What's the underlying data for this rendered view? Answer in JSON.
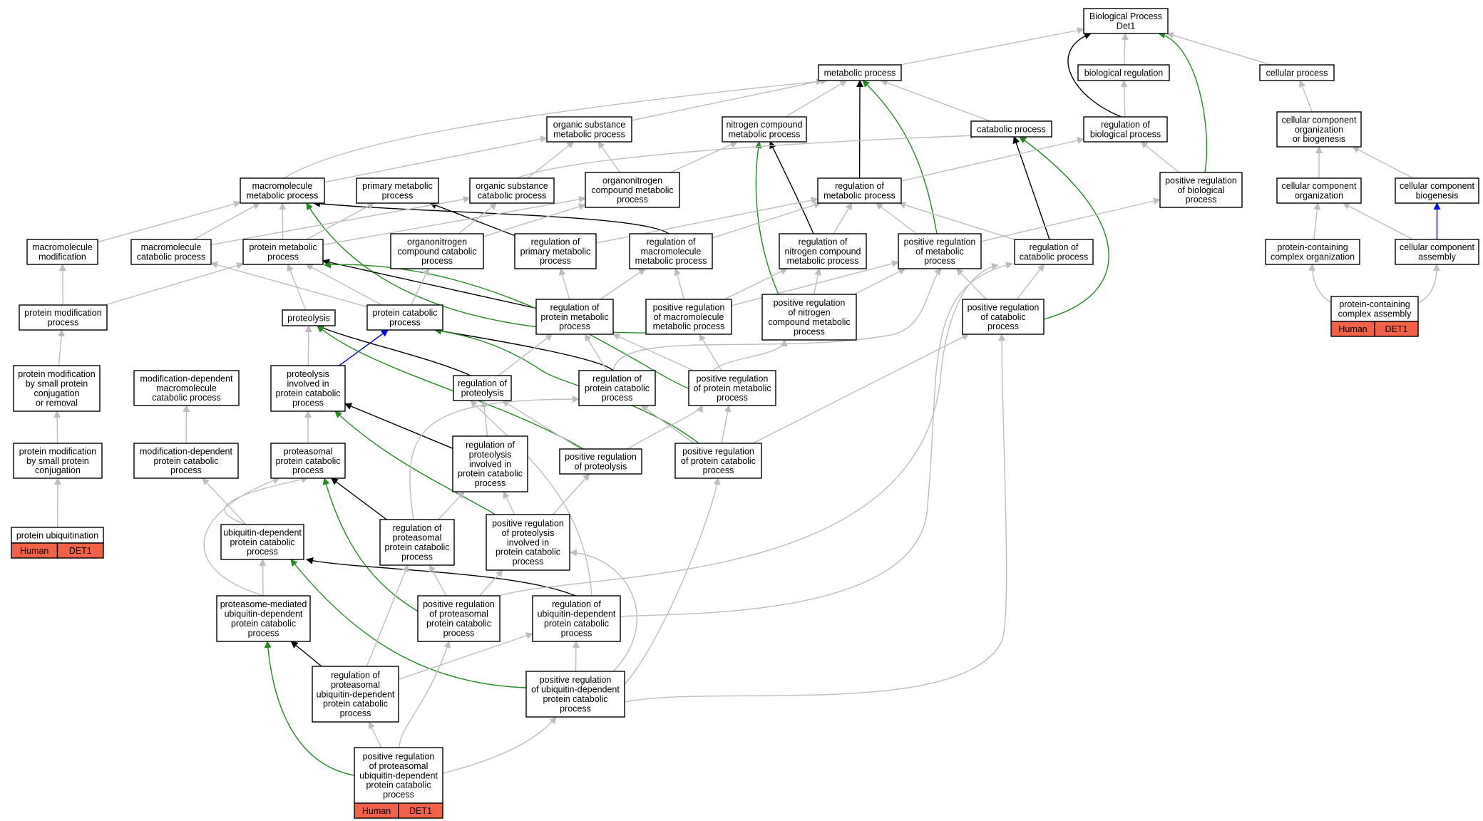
{
  "colors": {
    "is_a": "#bdbdbd",
    "part_of": "#0000ff",
    "regulates": "#000000",
    "positively_regulates": "#228b22",
    "annotation": "#f26249"
  },
  "nodes": {
    "bp": [
      "Biological Process",
      "Det1"
    ],
    "metabolic": [
      "metabolic process"
    ],
    "bioreg": [
      "biological regulation"
    ],
    "cellproc": [
      "cellular process"
    ],
    "orgsub": [
      "organic substance",
      "metabolic process"
    ],
    "nitro": [
      "nitrogen compound",
      "metabolic process"
    ],
    "catab": [
      "catabolic process"
    ],
    "regbio": [
      "regulation of",
      "biological process"
    ],
    "ccob": [
      "cellular component",
      "organization",
      "or biogenesis"
    ],
    "macro": [
      "macromolecule",
      "metabolic process"
    ],
    "primary": [
      "primary metabolic",
      "process"
    ],
    "orgsubcat": [
      "organic substance",
      "catabolic process"
    ],
    "organonitro": [
      "organonitrogen",
      "compound metabolic",
      "process"
    ],
    "regmet": [
      "regulation of",
      "metabolic process"
    ],
    "posregbio": [
      "positive regulation",
      "of biological",
      "process"
    ],
    "cco": [
      "cellular component",
      "organization"
    ],
    "ccb": [
      "cellular component",
      "biogenesis"
    ],
    "macromod": [
      "macromolecule",
      "modification"
    ],
    "macrocat": [
      "macromolecule",
      "catabolic process"
    ],
    "protmet": [
      "protein metabolic",
      "process"
    ],
    "orgnitrocat": [
      "organonitrogen",
      "compound catabolic",
      "process"
    ],
    "regprimary": [
      "regulation of",
      "primary metabolic",
      "process"
    ],
    "regmacro": [
      "regulation of",
      "macromolecule",
      "metabolic process"
    ],
    "regnitro": [
      "regulation of",
      "nitrogen compound",
      "metabolic process"
    ],
    "posregmet": [
      "positive regulation",
      "of metabolic",
      "process"
    ],
    "regcat": [
      "regulation of",
      "catabolic process"
    ],
    "pcco": [
      "protein-containing",
      "complex organization"
    ],
    "cca": [
      "cellular component",
      "assembly"
    ],
    "protmodproc": [
      "protein modification",
      "process"
    ],
    "proteolysis": [
      "proteolysis"
    ],
    "protcat": [
      "protein catabolic",
      "process"
    ],
    "regprotmet": [
      "regulation of",
      "protein metabolic",
      "process"
    ],
    "posregmacro": [
      "positive regulation",
      "of macromolecule",
      "metabolic process"
    ],
    "posregnitro": [
      "positive regulation",
      "of nitrogen",
      "compound metabolic",
      "process"
    ],
    "posregcat": [
      "positive regulation",
      "of catabolic",
      "process"
    ],
    "pcca": [
      "protein-containing",
      "complex assembly"
    ],
    "protmodsmall": [
      "protein modification",
      "by small protein",
      "conjugation",
      "or removal"
    ],
    "moddepmacro": [
      "modification-dependent",
      "macromolecule",
      "catabolic process"
    ],
    "proteolysisinv": [
      "proteolysis",
      "involved in",
      "protein catabolic",
      "process"
    ],
    "regproteolysis": [
      "regulation of",
      "proteolysis"
    ],
    "regprotcat": [
      "regulation of",
      "protein catabolic",
      "process"
    ],
    "posregprotmet": [
      "positive regulation",
      "of protein metabolic",
      "process"
    ],
    "protmodconj": [
      "protein modification",
      "by small protein",
      "conjugation"
    ],
    "moddepprot": [
      "modification-dependent",
      "protein catabolic",
      "process"
    ],
    "proteasomal": [
      "proteasomal",
      "protein catabolic",
      "process"
    ],
    "regproteolysisinv": [
      "regulation of",
      "proteolysis",
      "involved in",
      "protein catabolic",
      "process"
    ],
    "posregproteolysis": [
      "positive regulation",
      "of proteolysis"
    ],
    "posregprotcat": [
      "positive regulation",
      "of protein catabolic",
      "process"
    ],
    "protubiq": [
      "protein ubiquitination"
    ],
    "ubiqdep": [
      "ubiquitin-dependent",
      "protein catabolic",
      "process"
    ],
    "regproteasomal": [
      "regulation of",
      "proteasomal",
      "protein catabolic",
      "process"
    ],
    "posregproteolysisinv": [
      "positive regulation",
      "of proteolysis",
      "involved in",
      "protein catabolic",
      "process"
    ],
    "proteasomemed": [
      "proteasome-mediated",
      "ubiquitin-dependent",
      "protein catabolic",
      "process"
    ],
    "posregproteasomal": [
      "positive regulation",
      "of proteasomal",
      "protein catabolic",
      "process"
    ],
    "regubiq": [
      "regulation of",
      "ubiquitin-dependent",
      "protein catabolic",
      "process"
    ],
    "regproteasomalubiq": [
      "regulation of",
      "proteasomal",
      "ubiquitin-dependent",
      "protein catabolic",
      "process"
    ],
    "posregubiq": [
      "positive regulation",
      "of ubiquitin-dependent",
      "protein catabolic",
      "process"
    ],
    "posregproteasomalubiq": [
      "positive regulation",
      "of proteasomal",
      "ubiquitin-dependent",
      "protein catabolic",
      "process"
    ]
  },
  "annotations": {
    "protubiq": [
      "Human",
      "DET1"
    ],
    "pcca": [
      "Human",
      "DET1"
    ],
    "posregproteasomalubiq": [
      "Human",
      "DET1"
    ]
  }
}
